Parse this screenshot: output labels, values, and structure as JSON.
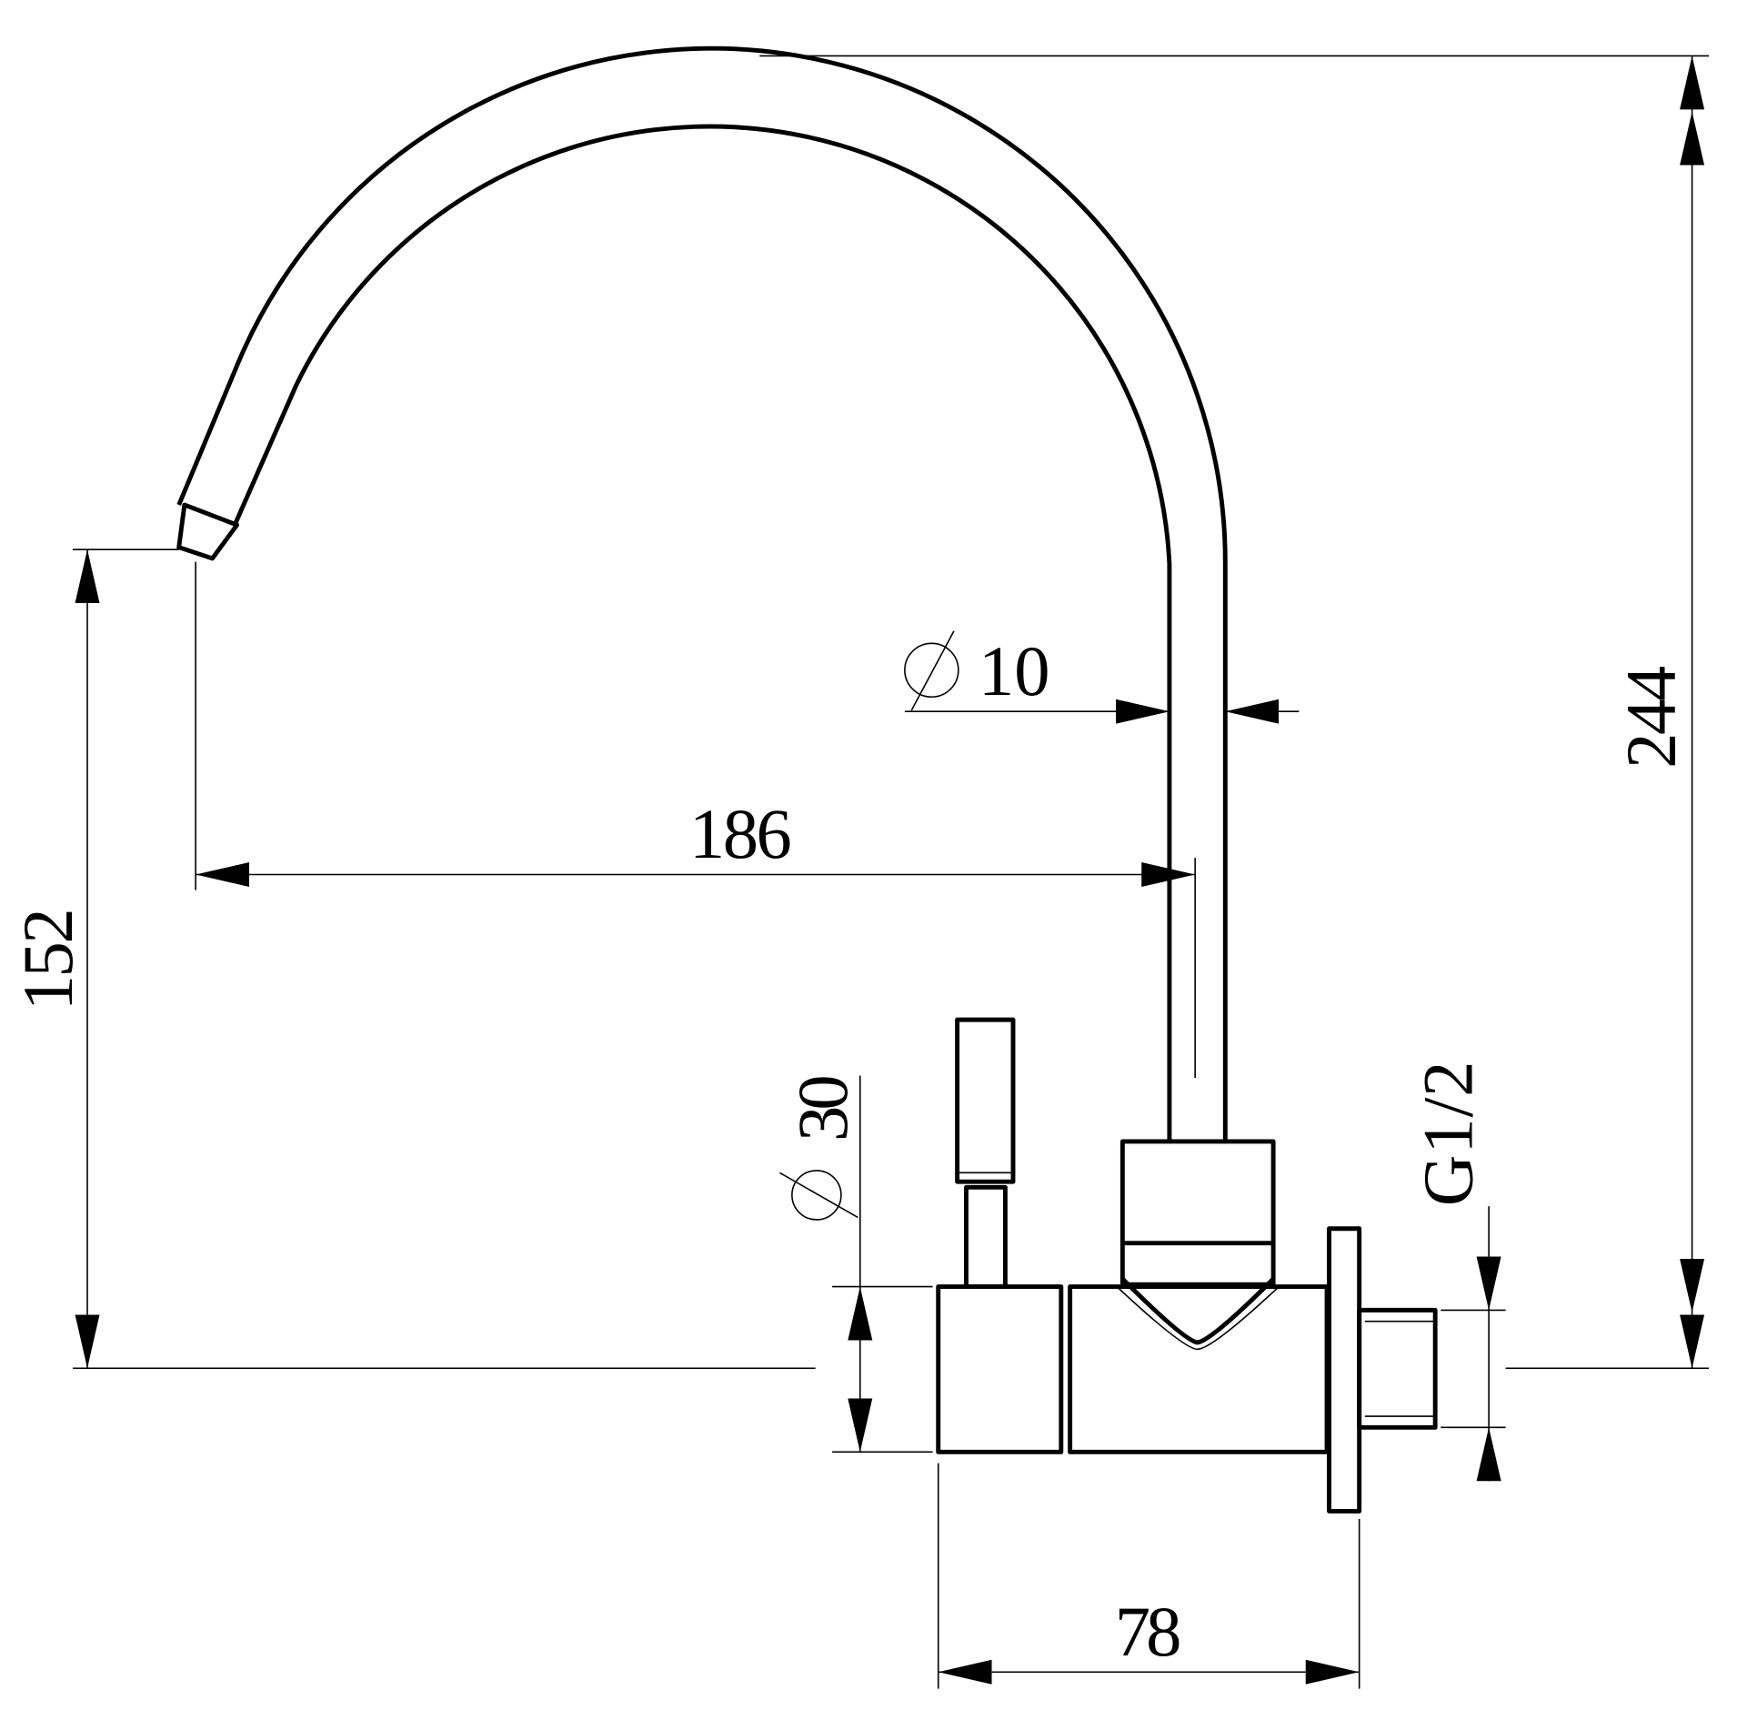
{
  "dimensions": {
    "height_total": "244",
    "spout_height": "152",
    "spout_reach": "186",
    "pipe_diameter": "10",
    "body_diameter": "30",
    "body_length": "78",
    "thread": "G1/2"
  },
  "symbols": {
    "diameter": "Ø"
  }
}
